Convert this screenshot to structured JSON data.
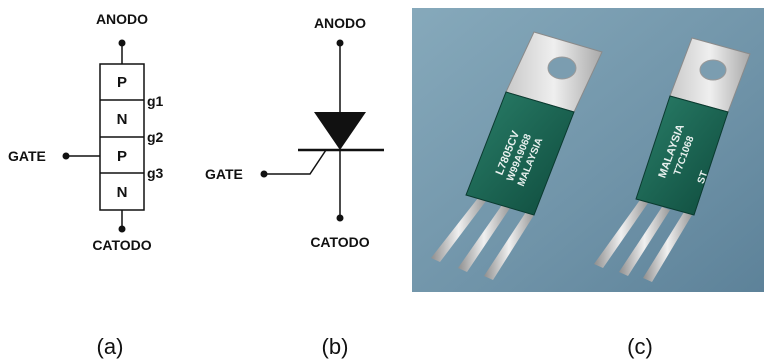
{
  "panel_a": {
    "anode": "ANODO",
    "cathode": "CATODO",
    "gate": "GATE",
    "layers": [
      "P",
      "N",
      "P",
      "N"
    ],
    "junctions": [
      "g1",
      "g2",
      "g3"
    ],
    "caption": "(a)"
  },
  "panel_b": {
    "anode": "ANODO",
    "cathode": "CATODO",
    "gate": "GATE",
    "caption": "(b)"
  },
  "panel_c": {
    "caption": "(c)",
    "device1_marking": [
      "L7805CV",
      "W99A9068",
      "MALAYSIA"
    ],
    "device2_marking": [
      "MALAYSIA",
      "T7C1068",
      "ST"
    ],
    "photo_background": "#6f93a8"
  }
}
